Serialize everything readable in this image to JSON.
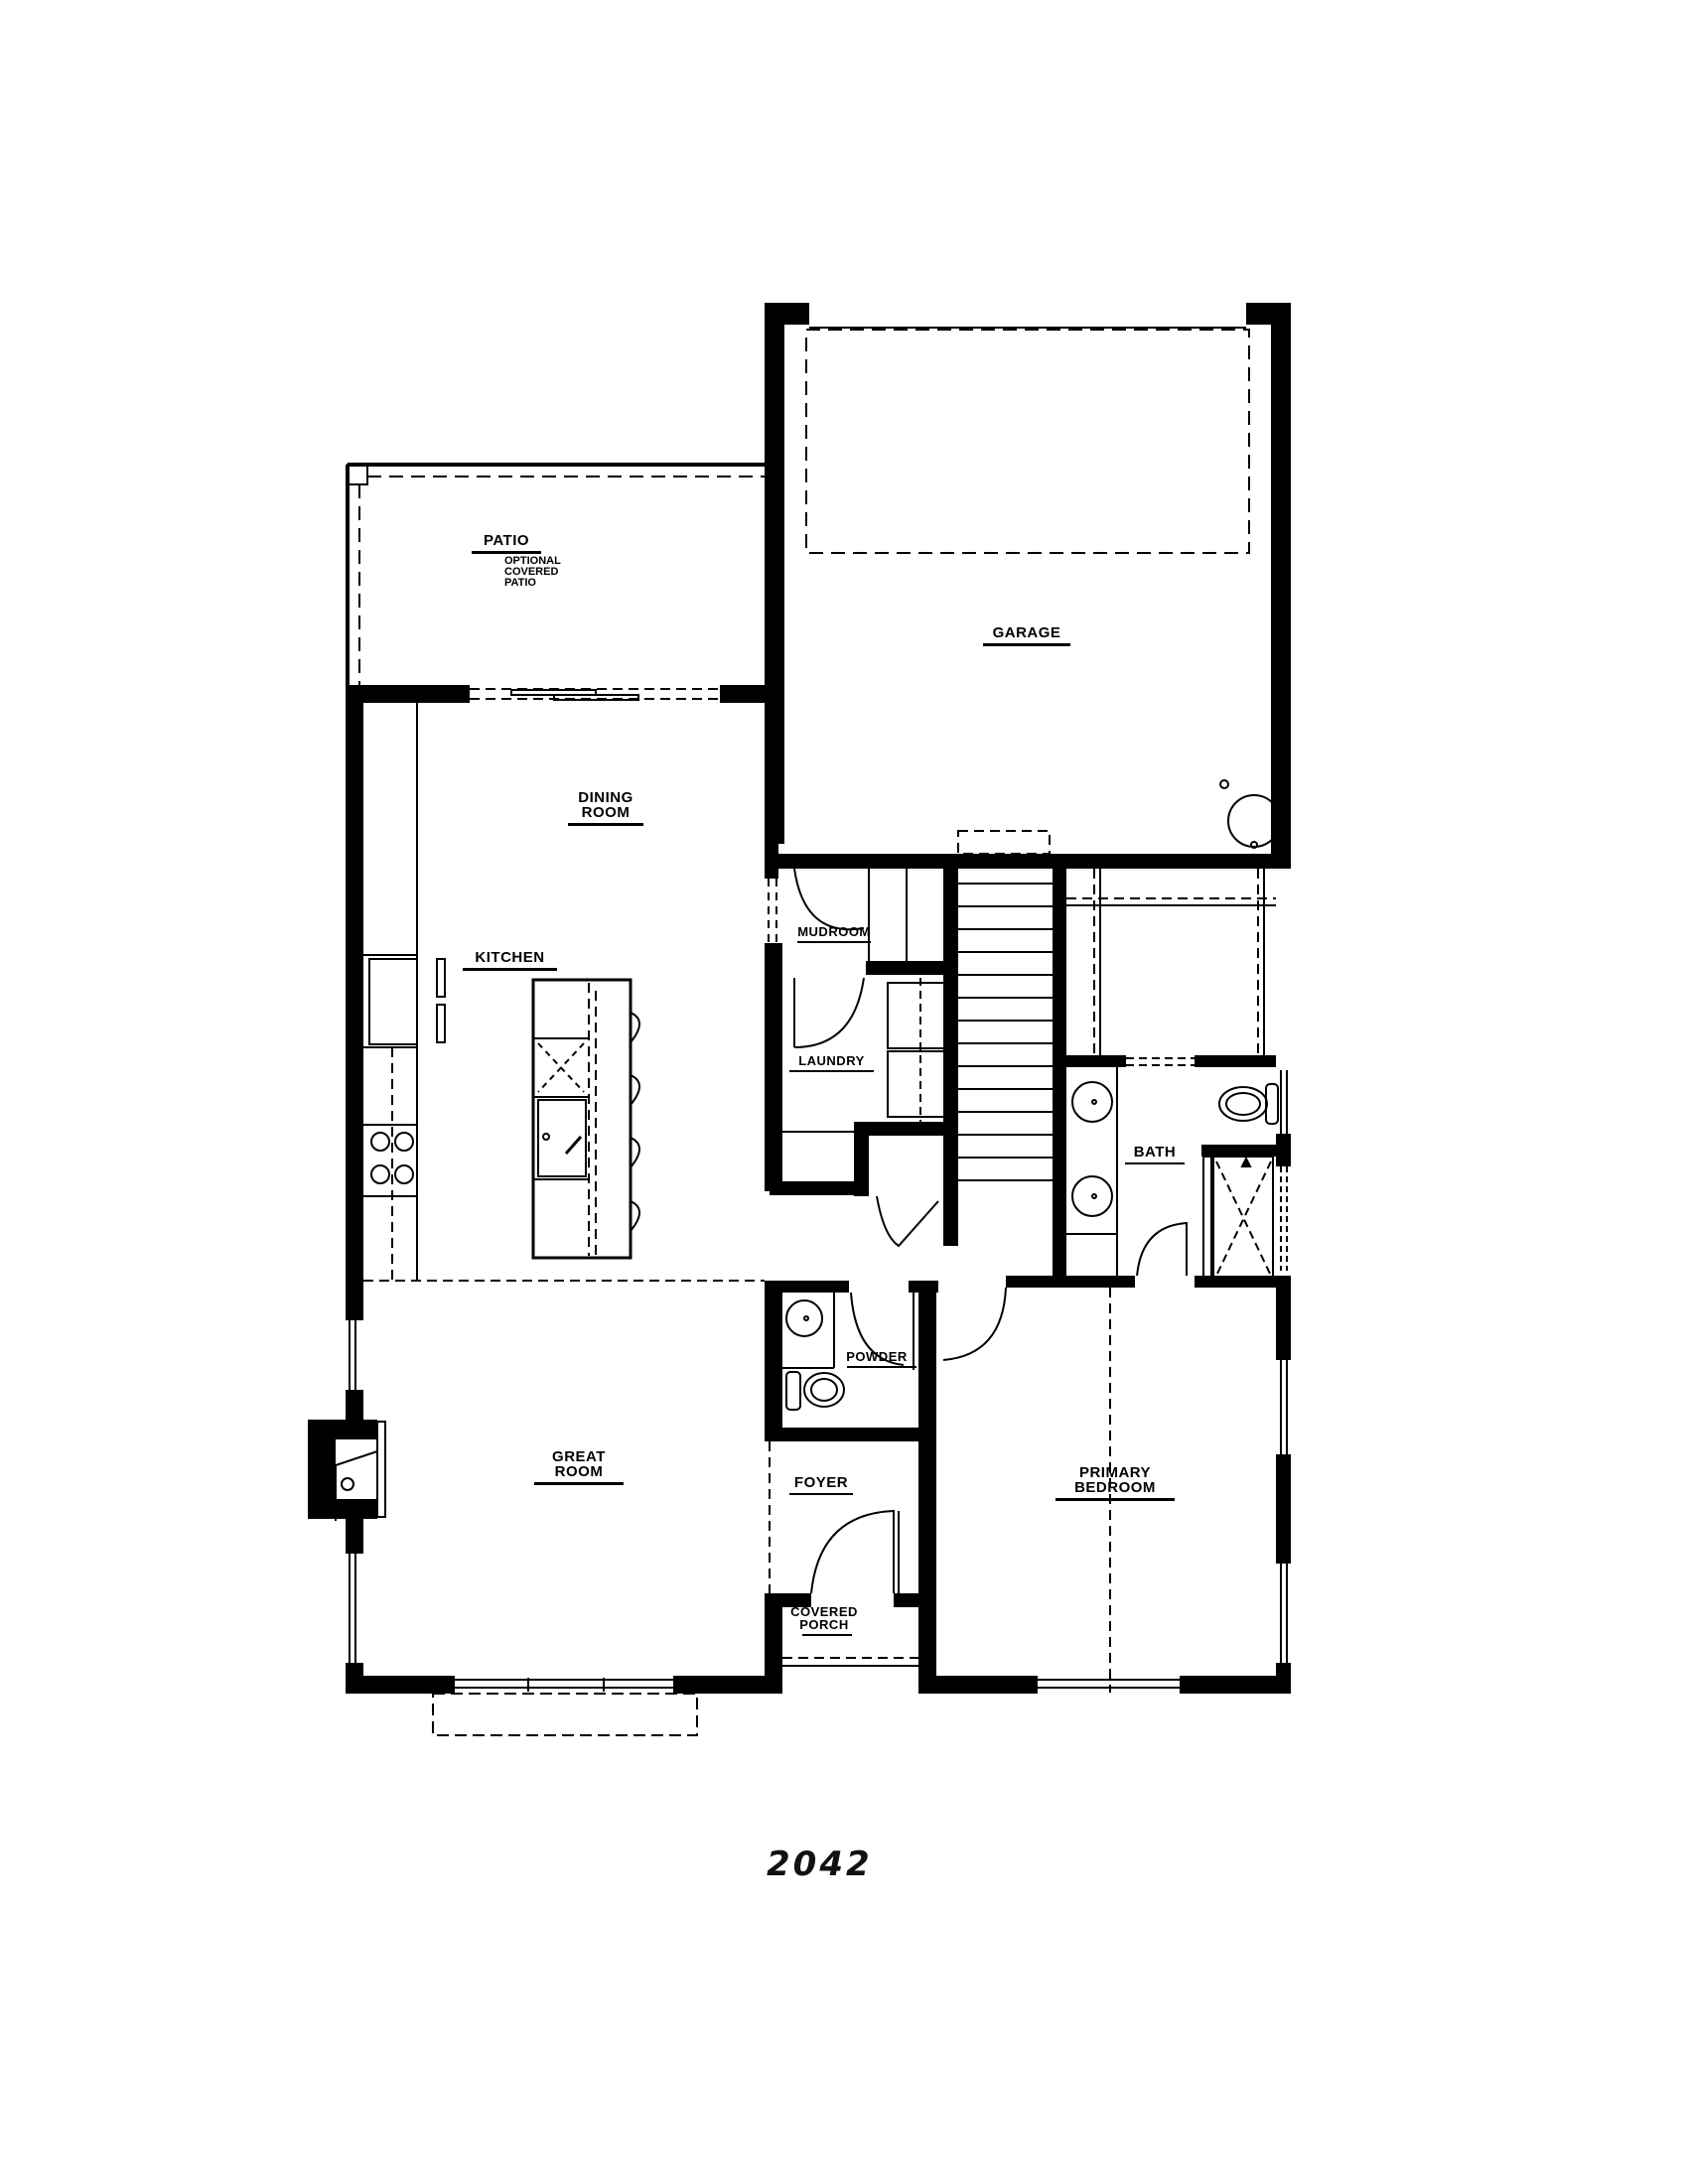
{
  "plan": {
    "number": "2042",
    "rooms": [
      {
        "id": "patio",
        "label": "PATIO",
        "note_lines": [
          "OPTIONAL",
          "COVERED",
          "PATIO"
        ]
      },
      {
        "id": "garage",
        "label": "GARAGE"
      },
      {
        "id": "dining",
        "label_lines": [
          "DINING",
          "ROOM"
        ]
      },
      {
        "id": "kitchen",
        "label": "KITCHEN"
      },
      {
        "id": "mudroom",
        "label": "MUDROOM"
      },
      {
        "id": "laundry",
        "label": "LAUNDRY"
      },
      {
        "id": "bath",
        "label": "BATH"
      },
      {
        "id": "powder",
        "label": "POWDER"
      },
      {
        "id": "foyer",
        "label": "FOYER"
      },
      {
        "id": "great-room",
        "label_lines": [
          "GREAT",
          "ROOM"
        ]
      },
      {
        "id": "primary-bedroom",
        "label_lines": [
          "PRIMARY",
          "BEDROOM"
        ]
      },
      {
        "id": "covered-porch",
        "label_lines": [
          "COVERED",
          "PORCH"
        ]
      }
    ]
  },
  "labels": {
    "patio": "PATIO",
    "patio_note_1": "OPTIONAL",
    "patio_note_2": "COVERED",
    "patio_note_3": "PATIO",
    "garage": "GARAGE",
    "dining_1": "DINING",
    "dining_2": "ROOM",
    "kitchen": "KITCHEN",
    "mudroom": "MUDROOM",
    "laundry": "LAUNDRY",
    "bath": "BATH",
    "powder": "POWDER",
    "foyer": "FOYER",
    "great_1": "GREAT",
    "great_2": "ROOM",
    "primary_1": "PRIMARY",
    "primary_2": "BEDROOM",
    "porch_1": "COVERED",
    "porch_2": "PORCH"
  },
  "colors": {
    "wall": "#000000",
    "background": "#ffffff"
  }
}
